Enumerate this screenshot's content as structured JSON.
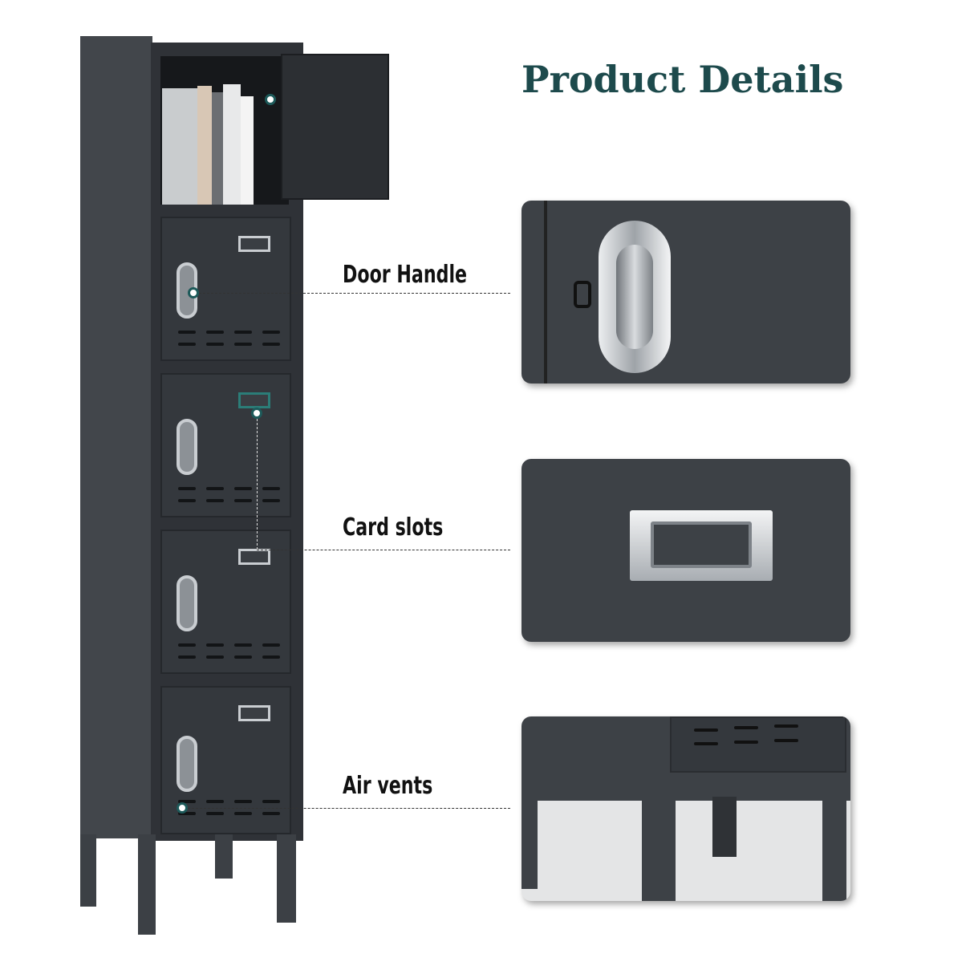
{
  "title": "Product Details",
  "callouts": [
    {
      "label": "Door Handle"
    },
    {
      "label": "Card slots"
    },
    {
      "label": "Air vents"
    }
  ],
  "colors": {
    "title": "#1d4a4c",
    "locker": "#34383d",
    "accent_dot": "#1d5a5a"
  }
}
